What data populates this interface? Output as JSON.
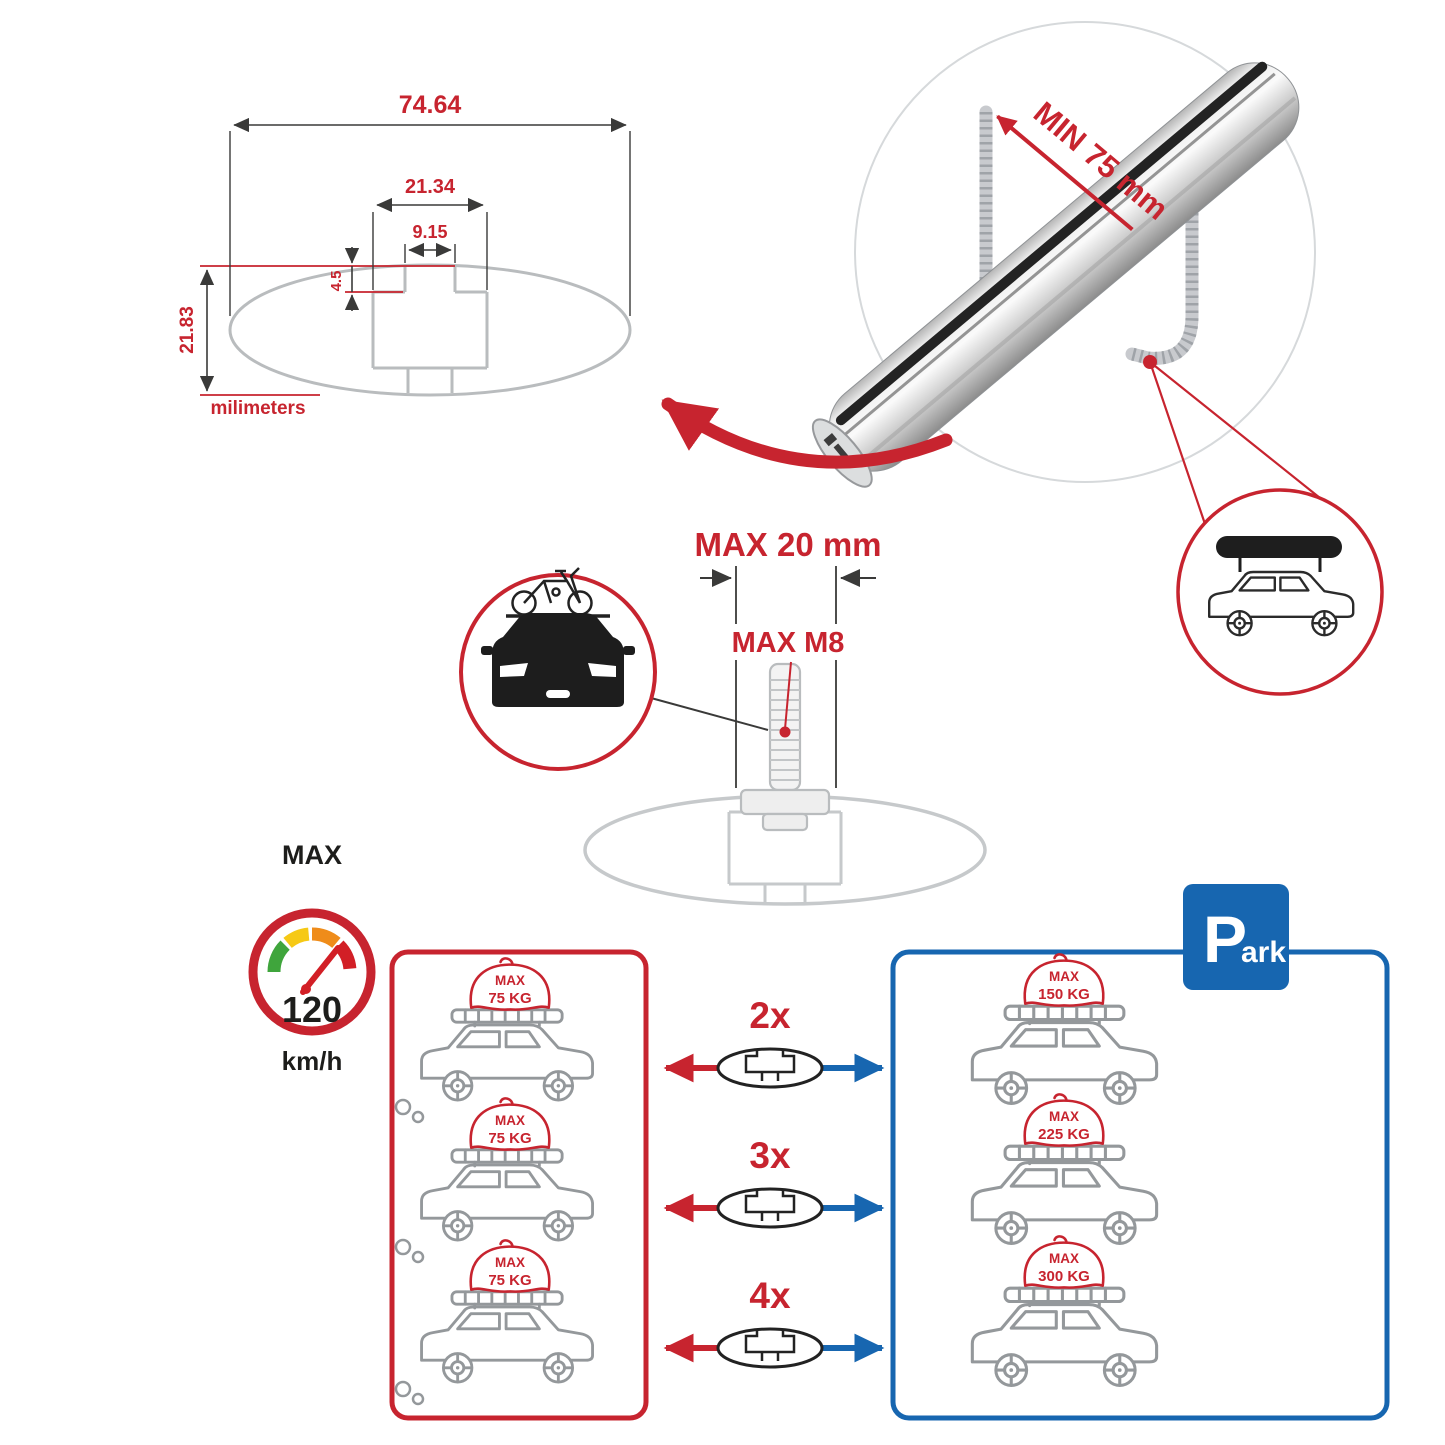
{
  "colors": {
    "red": "#c7242f",
    "blue": "#1766b0",
    "silver": "#c9c9c9",
    "diagram_gray": "#b9bcbe",
    "dark": "#1d1d1b"
  },
  "profile_diagram": {
    "total_width": "74.64",
    "cavity_width": "21.34",
    "slot_width": "9.15",
    "lip_depth": "4.5",
    "total_height": "21.83",
    "units_label": "milimeters"
  },
  "bar_zoom": {
    "min_clamp_label": "MIN 75 mm"
  },
  "bolt_diagram": {
    "max_length_label": "MAX 20 mm",
    "max_thread_label": "MAX M8"
  },
  "speed_limit": {
    "label": "MAX",
    "value": "120",
    "unit": "km/h"
  },
  "capacity_driving": {
    "cars": [
      {
        "max_label": "MAX",
        "load": "75 KG"
      },
      {
        "max_label": "MAX",
        "load": "75 KG"
      },
      {
        "max_label": "MAX",
        "load": "75 KG"
      }
    ]
  },
  "bar_counts": [
    {
      "label": "2x"
    },
    {
      "label": "3x"
    },
    {
      "label": "4x"
    }
  ],
  "capacity_parked": {
    "park_sign": {
      "initial": "P",
      "rest": "ark"
    },
    "cars": [
      {
        "max_label": "MAX",
        "load": "150 KG"
      },
      {
        "max_label": "MAX",
        "load": "225 KG"
      },
      {
        "max_label": "MAX",
        "load": "300 KG"
      }
    ]
  }
}
